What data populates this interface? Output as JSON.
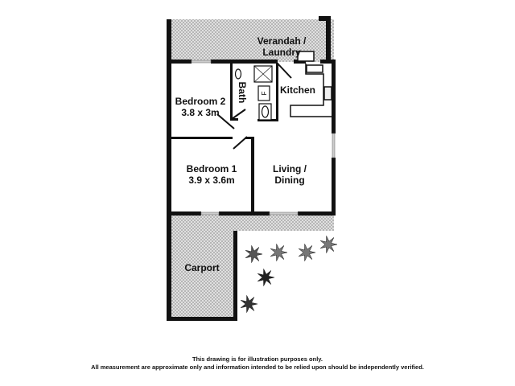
{
  "rooms": {
    "verandah": {
      "line1": "Verandah /",
      "line2": "Laundry"
    },
    "kitchen": {
      "name": "Kitchen"
    },
    "bath": {
      "name": "Bath"
    },
    "bedroom2": {
      "name": "Bedroom 2",
      "size": "3.8 x 3m"
    },
    "bedroom1": {
      "name": "Bedroom 1",
      "size": "3.9 x 3.6m"
    },
    "living": {
      "line1": "Living /",
      "line2": "Dining"
    },
    "carport": {
      "name": "Carport"
    }
  },
  "fixtures": {
    "fridge": "F"
  },
  "disclaimer": {
    "line1": "This drawing is for illustration purposes only.",
    "line2": "All measurement are approximate only and information intended to be relied upon should be independently verified."
  }
}
